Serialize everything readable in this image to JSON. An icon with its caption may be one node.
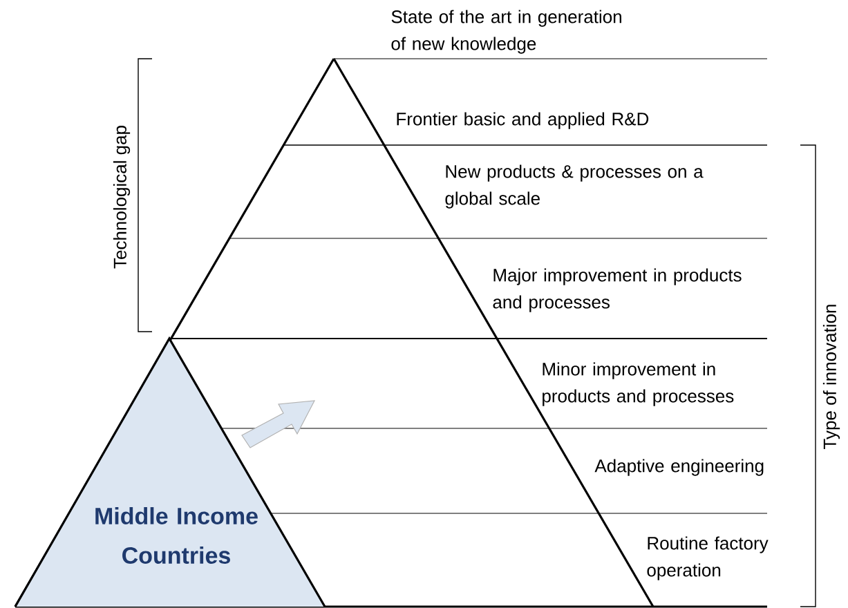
{
  "diagram": {
    "nodes": [
      {
        "text": [
          "Middle Income Countries"
        ]
      }
    ],
    "labels": [
      "State of the art in generation of new knowledge",
      "Technological gap",
      "Frontier basic and applied R&D",
      "New products & processes on a global scale",
      "Major improvement in products and processes",
      "Minor improvement in products and processes",
      "Type of innovation",
      "Adaptive engineering",
      "Routine factory operation"
    ]
  }
}
